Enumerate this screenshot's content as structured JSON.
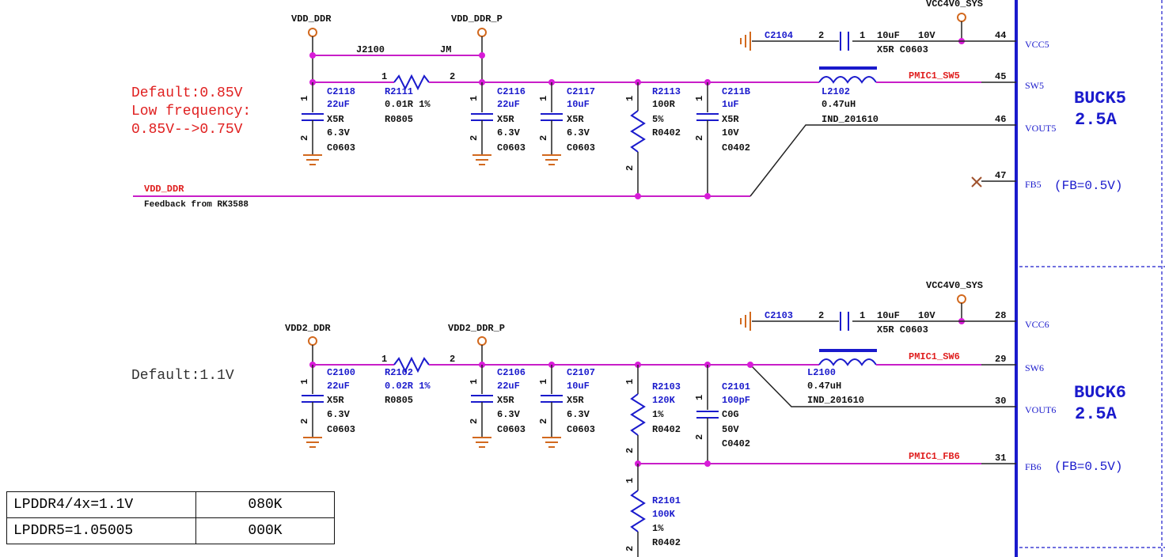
{
  "colors": {
    "net": "#c81ec8",
    "part": "#1a1acc",
    "ground": "#d2691e",
    "note": "#e02020",
    "chip": "#1a1acc"
  },
  "notes": {
    "buck5_default": "Default:0.85V",
    "buck5_lowfreq": "Low frequency:",
    "buck5_range": "0.85V-->0.75V",
    "buck6_default": "Default:1.1V"
  },
  "feedback": {
    "net": "VDD_DDR",
    "text": "Feedback from RK3588"
  },
  "rails": {
    "vdd_ddr": "VDD_DDR",
    "vdd_ddr_p": "VDD_DDR_P",
    "vdd2_ddr": "VDD2_DDR",
    "vdd2_ddr_p": "VDD2_DDR_P",
    "vcc4v0_sys_top": "VCC4V0_SYS",
    "vcc4v0_sys_bottom": "VCC4V0_SYS"
  },
  "jumper": {
    "ref": "J2100",
    "value": "JM"
  },
  "pmic": {
    "buck5": {
      "name": "BUCK5",
      "current": "2.5A",
      "fb_note": "(FB=0.5V)"
    },
    "buck6": {
      "name": "BUCK6",
      "current": "2.5A",
      "fb_note": "(FB=0.5V)"
    },
    "pins": [
      {
        "num": "44",
        "name": "VCC5"
      },
      {
        "num": "45",
        "name": "SW5"
      },
      {
        "num": "46",
        "name": "VOUT5"
      },
      {
        "num": "47",
        "name": "FB5"
      },
      {
        "num": "28",
        "name": "VCC6"
      },
      {
        "num": "29",
        "name": "SW6"
      },
      {
        "num": "30",
        "name": "VOUT6"
      },
      {
        "num": "31",
        "name": "FB6"
      }
    ]
  },
  "nets": {
    "sw5": "PMIC1_SW5",
    "sw6": "PMIC1_SW6",
    "fb6": "PMIC1_FB6"
  },
  "components": {
    "c2104": {
      "ref": "C2104",
      "pin_a": "2",
      "pin_b": "1",
      "value": "10uF",
      "volt": "10V",
      "pkg": "X5R C0603"
    },
    "c2103": {
      "ref": "C2103",
      "pin_a": "2",
      "pin_b": "1",
      "value": "10uF",
      "volt": "10V",
      "pkg": "X5R C0603"
    },
    "c2118": {
      "ref": "C2118",
      "lines": [
        "22uF",
        "X5R",
        "6.3V",
        "C0603"
      ]
    },
    "r2111": {
      "ref": "R2111",
      "lines": [
        "0.01R 1%",
        "R0805"
      ]
    },
    "c2116": {
      "ref": "C2116",
      "lines": [
        "22uF",
        "X5R",
        "6.3V",
        "C0603"
      ]
    },
    "c2117": {
      "ref": "C2117",
      "lines": [
        "10uF",
        "X5R",
        "6.3V",
        "C0603"
      ]
    },
    "r2113": {
      "ref": "R2113",
      "lines": [
        "100R",
        "5%",
        "R0402"
      ]
    },
    "c211b": {
      "ref": "C211B",
      "lines": [
        "1uF",
        "X5R",
        "10V",
        "C0402"
      ]
    },
    "l2102": {
      "ref": "L2102",
      "lines": [
        "0.47uH",
        "IND_201610"
      ]
    },
    "c2100": {
      "ref": "C2100",
      "lines": [
        "22uF",
        "X5R",
        "6.3V",
        "C0603"
      ]
    },
    "r2102": {
      "ref": "R2102",
      "lines": [
        "0.02R 1%",
        "R0805"
      ]
    },
    "c2106": {
      "ref": "C2106",
      "lines": [
        "22uF",
        "X5R",
        "6.3V",
        "C0603"
      ]
    },
    "c2107": {
      "ref": "C2107",
      "lines": [
        "10uF",
        "X5R",
        "6.3V",
        "C0603"
      ]
    },
    "r2103": {
      "ref": "R2103",
      "lines": [
        "120K",
        "1%",
        "R0402"
      ]
    },
    "c2101": {
      "ref": "C2101",
      "lines": [
        "100pF",
        "C0G",
        "50V",
        "C0402"
      ]
    },
    "l2100": {
      "ref": "L2100",
      "lines": [
        "0.47uH",
        "IND_201610"
      ]
    },
    "r2101": {
      "ref": "R2101",
      "lines": [
        "100K",
        "1%",
        "R0402"
      ]
    }
  },
  "table": [
    [
      "LPDDR4/4x=1.1V",
      "080K"
    ],
    [
      "LPDDR5=1.05005",
      "000K"
    ]
  ]
}
